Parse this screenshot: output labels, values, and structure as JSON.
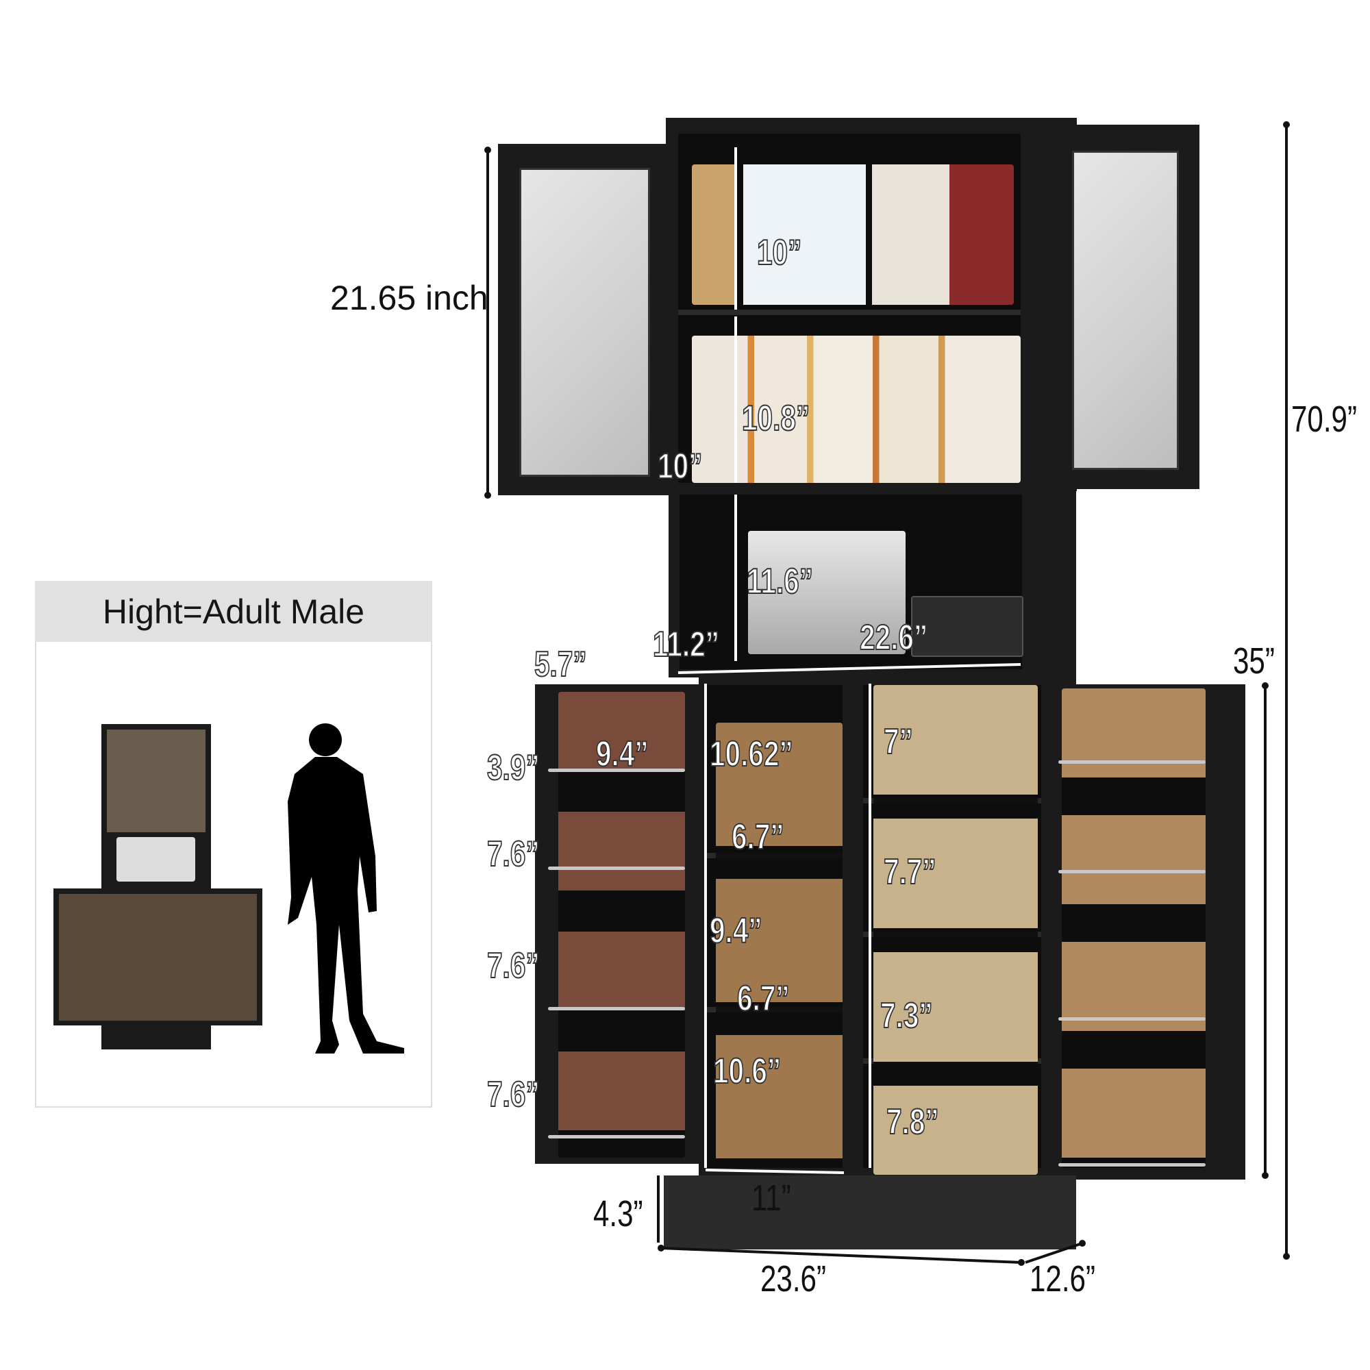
{
  "height_comparison": {
    "title": "Hight=Adult Male"
  },
  "dimensions": {
    "upper_height": "21.65 inch",
    "total_height": "70.9”",
    "lower_height": "35”",
    "width": "23.6”",
    "depth": "12.6”",
    "base_height": "4.3”",
    "lower_center_width": "11”"
  },
  "interior_dimensions": {
    "top_shelf_height": "10”",
    "second_shelf_height": "10.8”",
    "upper_depth": "10”",
    "open_shelf_height": "11.6”",
    "open_shelf_depth": "11.2”",
    "open_shelf_width": "22.6”",
    "door_rack_width": "5.7”",
    "door_rack_1": "3.9”",
    "door_rack_1_depth": "9.4”",
    "door_rack_2": "7.6”",
    "door_rack_3": "7.6”",
    "door_rack_4": "7.6”",
    "center_shelf_1": "10.62”",
    "center_shelf_1_width": "6.7”",
    "center_shelf_2": "9.4”",
    "center_shelf_2_width": "6.7”",
    "center_shelf_3": "10.6”",
    "right_shelf_1": "7”",
    "right_shelf_2": "7.7”",
    "right_shelf_3": "7.3”",
    "right_shelf_4": "7.8”"
  },
  "colors": {
    "cabinet": "#1b1b1b",
    "header_bg": "#e1e1e1"
  }
}
